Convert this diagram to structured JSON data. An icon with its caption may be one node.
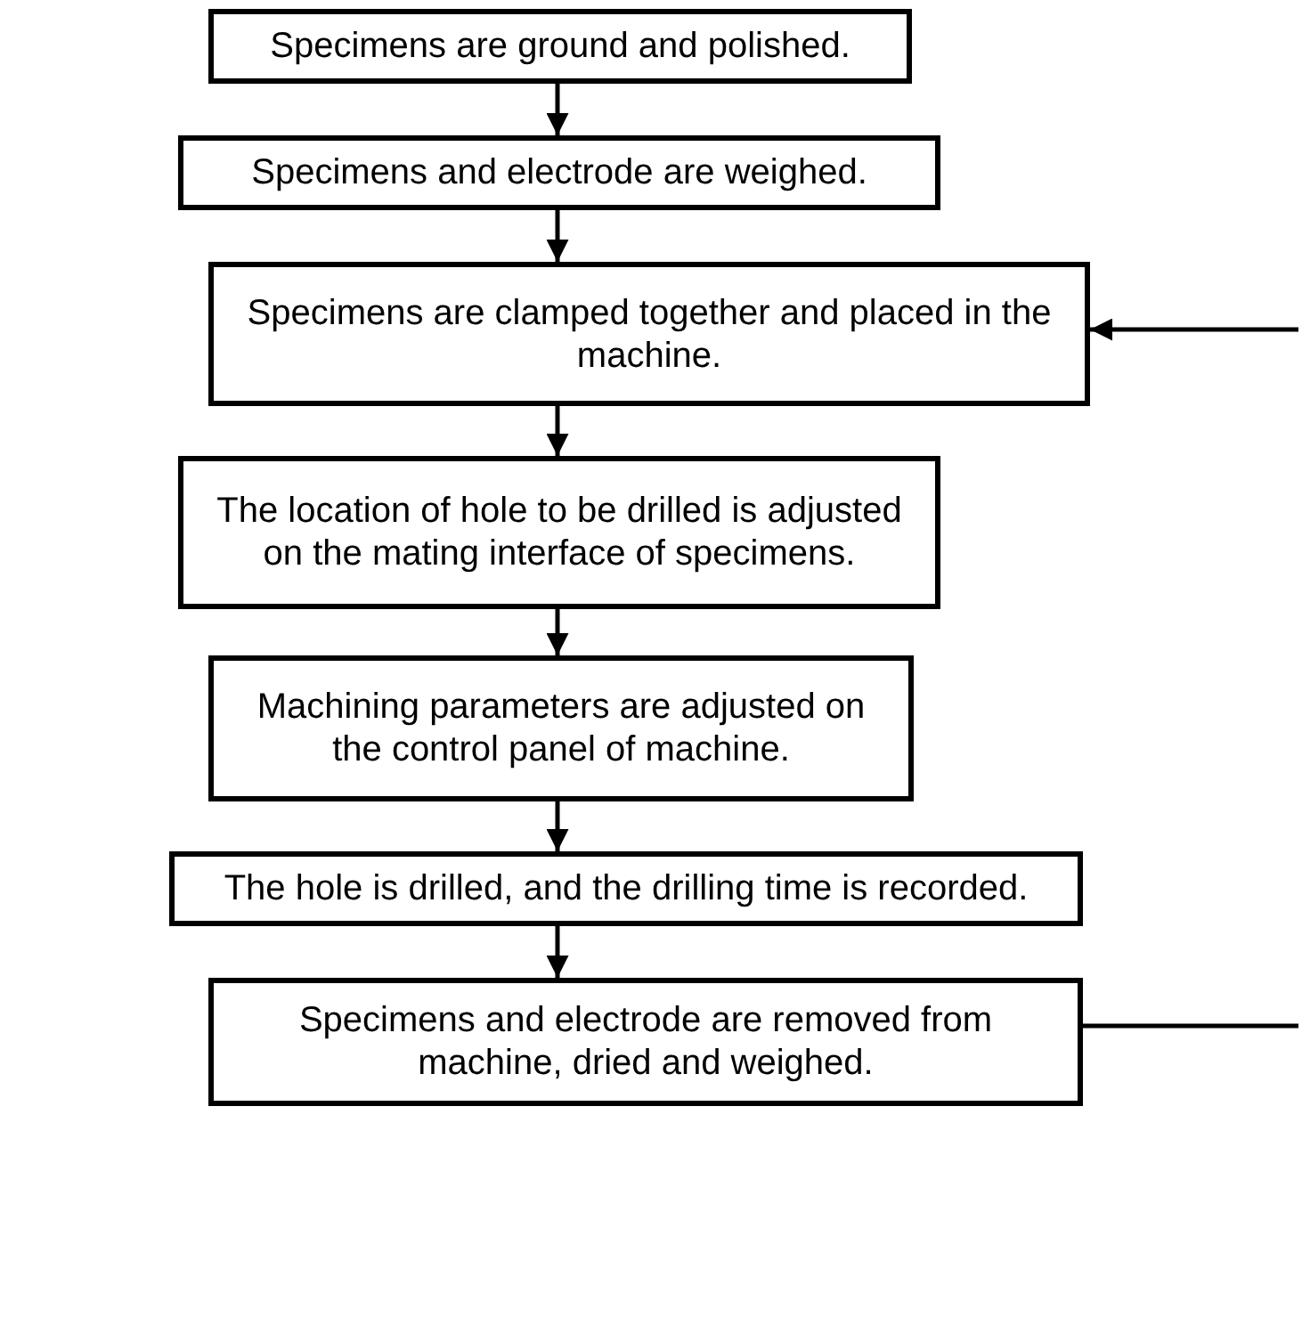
{
  "diagram": {
    "nodes": [
      {
        "text": [
          "Specimens are ground and polished."
        ]
      },
      {
        "text": [
          "Specimens and electrode are weighed."
        ]
      },
      {
        "text": [
          "Specimens are clamped together and placed in the machine."
        ]
      },
      {
        "text": [
          "The location of hole to be drilled is adjusted on the mating interface of specimens."
        ]
      },
      {
        "text": [
          "Machining parameters are adjusted on the control panel of machine."
        ]
      },
      {
        "text": [
          "The hole is drilled, and the drilling time is recorded."
        ]
      },
      {
        "text": [
          "Specimens and electrode are removed from machine, dried and weighed."
        ]
      }
    ],
    "edges": [
      {
        "from": 0,
        "to": 1,
        "arrow": "to"
      },
      {
        "from": 1,
        "to": 2,
        "arrow": "to"
      },
      {
        "from": 2,
        "to": 3,
        "arrow": "to"
      },
      {
        "from": 3,
        "to": 4,
        "arrow": "to"
      },
      {
        "from": 4,
        "to": 5,
        "arrow": "to"
      },
      {
        "from": 5,
        "to": 6,
        "arrow": "to"
      },
      {
        "from": null,
        "to": 2,
        "arrow": "to"
      },
      {
        "from": 6,
        "to": null,
        "arrow": "none"
      }
    ]
  }
}
